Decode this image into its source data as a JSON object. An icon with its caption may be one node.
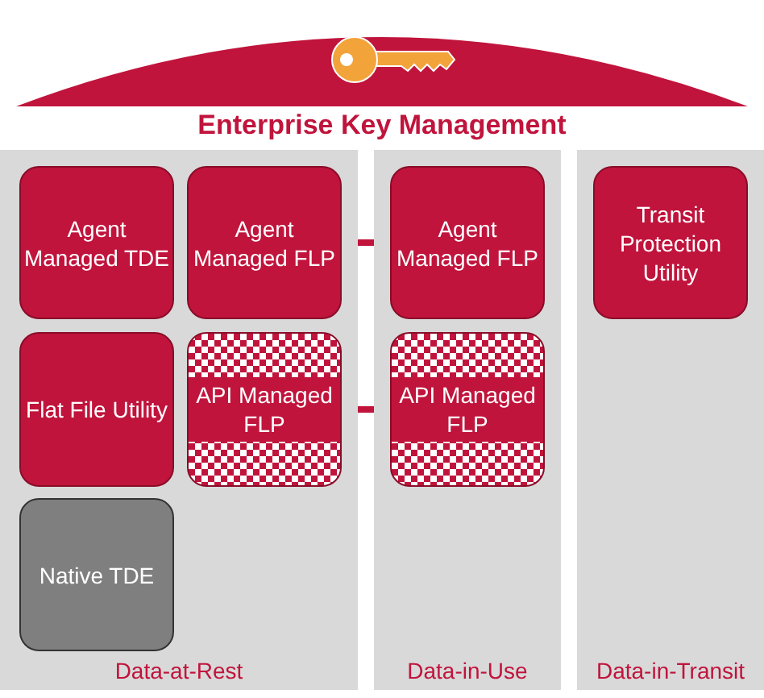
{
  "diagram": {
    "title": "Enterprise Key Management",
    "nodes": [
      {
        "text": [
          "Data-at-Rest"
        ]
      },
      {
        "text": [
          "Agent Managed TDE"
        ],
        "in": 0
      },
      {
        "text": [
          "Agent Managed FLP"
        ],
        "in": 0
      },
      {
        "text": [
          "Flat File Utility"
        ],
        "in": 0
      },
      {
        "text": [
          "API Managed FLP"
        ],
        "in": 0
      },
      {
        "text": [
          "Native TDE"
        ],
        "in": 0
      },
      {
        "text": [
          "Data-in-Use"
        ]
      },
      {
        "text": [
          "Agent Managed FLP"
        ],
        "in": 6
      },
      {
        "text": [
          "API Managed FLP"
        ],
        "in": 6
      },
      {
        "text": [
          "Data-in-Transit"
        ]
      },
      {
        "text": [
          "Transit Protection Utility"
        ],
        "in": 9
      }
    ],
    "edges": [
      {
        "from": 2,
        "to": 7,
        "arrow": "none"
      },
      {
        "from": 4,
        "to": 8,
        "arrow": "none"
      }
    ]
  }
}
